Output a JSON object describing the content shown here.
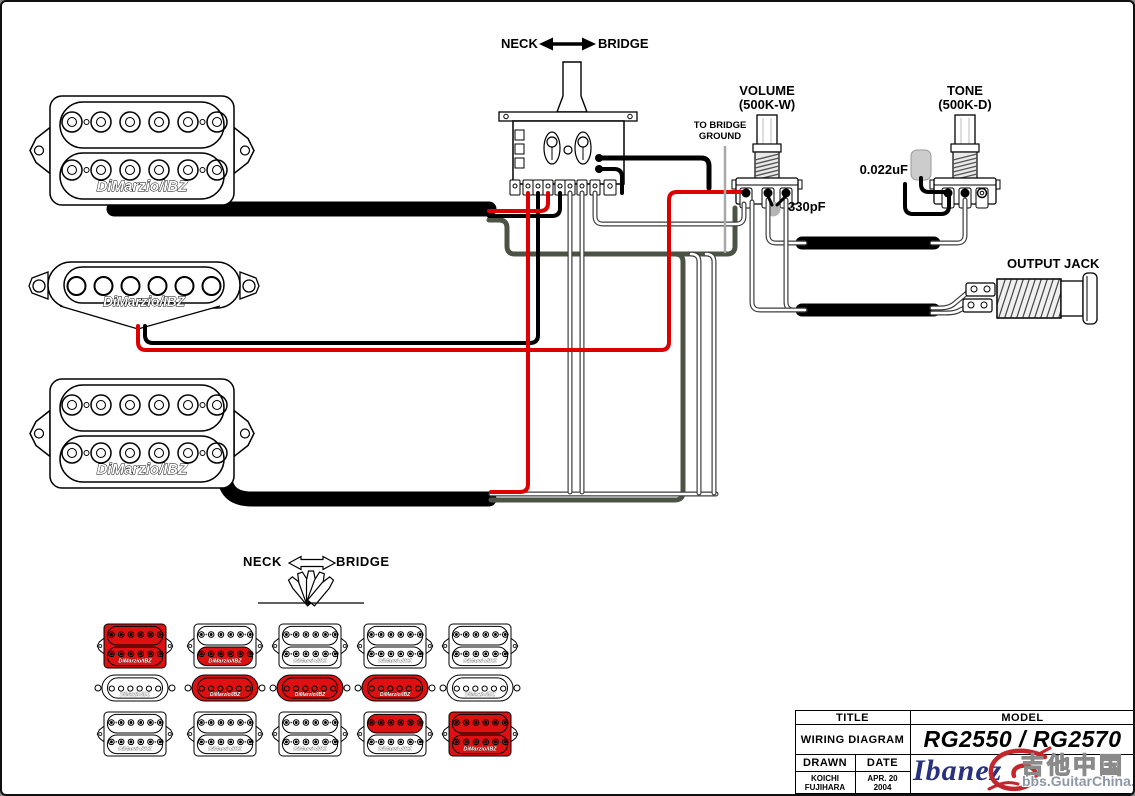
{
  "labels": {
    "selector_neck": "NECK",
    "selector_bridge": "BRIDGE",
    "volume_title": "VOLUME",
    "volume_value": "(500K-W)",
    "tone_title": "TONE",
    "tone_value": "(500K-D)",
    "bridge_ground_line1": "TO BRIDGE",
    "bridge_ground_line2": "GROUND",
    "tone_cap_value": "0.022uF",
    "volume_cap_value": "330pF",
    "output_jack": "OUTPUT JACK",
    "legend_neck": "NECK",
    "legend_bridge": "BRIDGE",
    "pickup_brand": "DiMarzio/IBZ"
  },
  "title_block": {
    "title_header": "TITLE",
    "model_header": "MODEL",
    "title_value": "WIRING DIAGRAM",
    "model_value": "RG2550 / RG2570",
    "drawn_header": "DRAWN",
    "date_header": "DATE",
    "drawn_value_line1": "KOICHI",
    "drawn_value_line2": "FUJIHARA",
    "date_value_line1": "APR. 20",
    "date_value_line2": "2004"
  },
  "watermark": {
    "logo_text": "Ibanez",
    "chinese_text": "吉他中国",
    "site_text": "bbs.GuitarChina.com"
  },
  "legend": {
    "positions": [
      {
        "neck": [
          1,
          1
        ],
        "middle": 0,
        "bridge": [
          0,
          0
        ]
      },
      {
        "neck": [
          0,
          1
        ],
        "middle": 1,
        "bridge": [
          0,
          0
        ]
      },
      {
        "neck": [
          0,
          0
        ],
        "middle": 1,
        "bridge": [
          0,
          0
        ]
      },
      {
        "neck": [
          0,
          0
        ],
        "middle": 1,
        "bridge": [
          1,
          0
        ]
      },
      {
        "neck": [
          0,
          0
        ],
        "middle": 0,
        "bridge": [
          1,
          1
        ]
      }
    ]
  },
  "colors": {
    "wire_red": "#dd0000",
    "wire_black": "#000000",
    "wire_white": "#ffffff",
    "wire_white_edge": "#3d3d3d",
    "wire_green": "#4b5345",
    "wire_gray": "#a8a8a8",
    "active_pickup": "#dd1111",
    "cap_gray": "#b5b5b5",
    "logo_blue": "#27317e",
    "watermark_red": "#c1272d"
  }
}
